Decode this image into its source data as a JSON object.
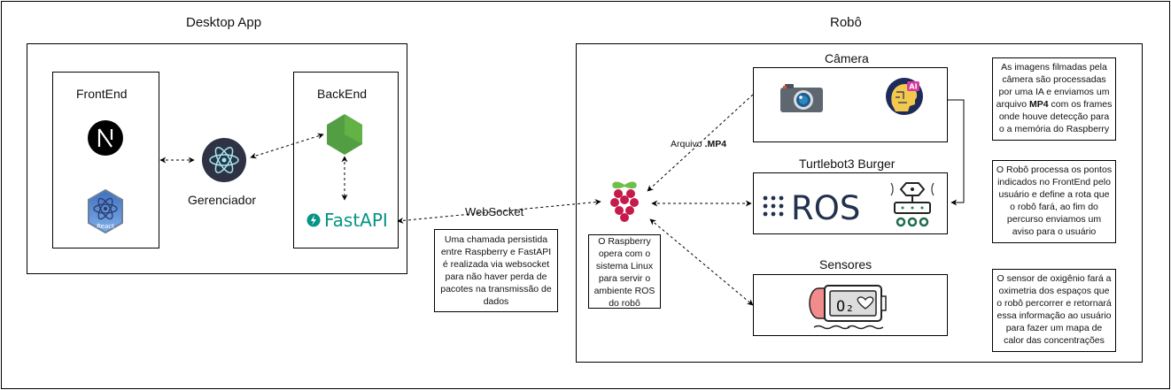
{
  "groups": {
    "desktop": "Desktop App",
    "robot": "Robô"
  },
  "nodes": {
    "frontend": "FrontEnd",
    "backend": "BackEnd",
    "manager": "Gerenciador",
    "camera": "Câmera",
    "turtlebot": "Turtlebot3 Burger",
    "sensors": "Sensores"
  },
  "logos": {
    "fastapi": "FastAPI",
    "react": "React",
    "ros": "ROS",
    "ai": "AI",
    "o2": "O₂"
  },
  "edges": {
    "websocket": "WebSocket",
    "mp4_prefix": "Arquivo ",
    "mp4_bold": ".MP4"
  },
  "notes": {
    "websocket": "Uma chamada persistida entre Raspberry e FastAPI é realizada via websocket para não haver perda de pacotes na transmissão de dados",
    "raspberry": "O Raspberry opera com o sistema Linux para servir o ambiente ROS do robô",
    "camera_a": "As imagens filmadas pela câmera são processadas por uma IA e enviamos um arquivo ",
    "camera_b": "MP4",
    "camera_c": " com os frames onde houve detecção para o a memória do Raspberry",
    "robot": "O Robô processa os pontos indicados no FrontEnd pelo usuário e define a rota que o robô fará, ao fim do percurso enviamos um aviso para o usuário",
    "sensor": "O sensor de oxigênio fará a oximetria dos espaços que o robô percorrer e retornará essa informação ao usuário para fazer um mapa de calor das concentrações"
  },
  "colors": {
    "node_green": "#539E43",
    "fastapi_teal": "#059487",
    "ros_navy": "#22314E",
    "raspberry_red": "#C51A4A",
    "leaf_green": "#6CC04A"
  }
}
